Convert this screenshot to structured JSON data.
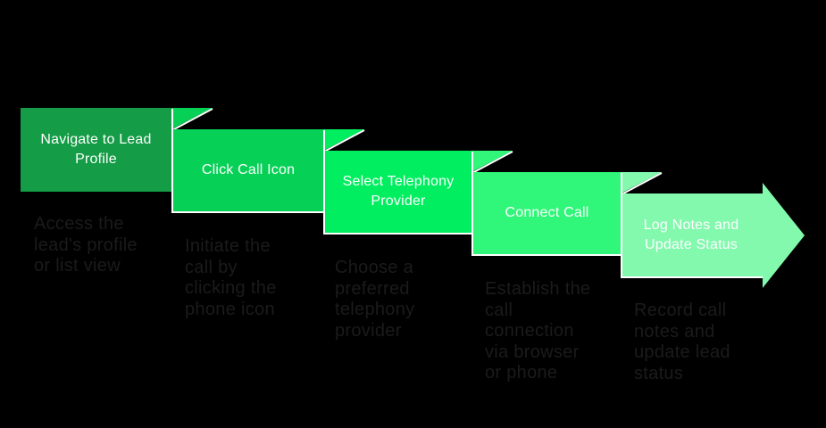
{
  "diagram": {
    "background": "#000000",
    "stroke_color": "#FFFFFF",
    "title_color": "#FFFFFF",
    "description_color": "#1B1B1B",
    "steps": [
      {
        "title": "Navigate to Lead Profile",
        "description": "Access the\nlead's profile\nor list view",
        "color": "#149C46"
      },
      {
        "title": "Click Call Icon",
        "description": "Initiate the\ncall by\nclicking the\nphone icon",
        "color": "#06D156"
      },
      {
        "title": "Select Telephony Provider",
        "description": "Choose a\npreferred\ntelephony\nprovider",
        "color": "#00EE5F"
      },
      {
        "title": "Connect Call",
        "description": "Establish the\ncall\nconnection\nvia browser\nor phone",
        "color": "#30F779"
      },
      {
        "title": "Log Notes and Update Status",
        "description": "Record call\nnotes and\nupdate lead\nstatus",
        "color": "#82F9AD"
      }
    ]
  }
}
